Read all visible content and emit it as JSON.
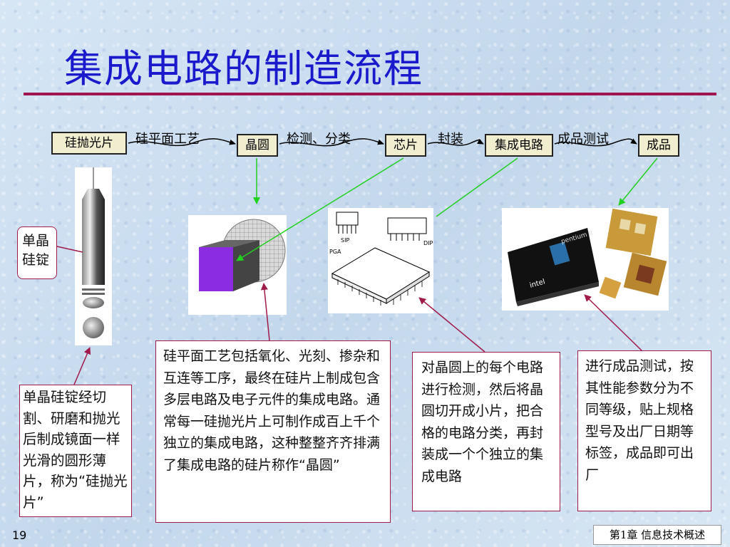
{
  "title": "集成电路的制造流程",
  "flow": {
    "boxes": [
      "硅抛光片",
      "晶圆",
      "芯片",
      "集成电路",
      "成品"
    ],
    "labels": [
      "硅平面工艺",
      "检测、分类",
      "封装",
      "成品测试"
    ]
  },
  "ingot_label": "单晶\n硅锭",
  "package_labels": {
    "sip": "SIP",
    "dip": "DIP",
    "pga": "PGA"
  },
  "chip_brand": {
    "pentium": "pentium II",
    "intel": "intel"
  },
  "callouts": {
    "wafer_polish": "单晶硅锭经切割、研磨和抛光后制成镜面一样光滑的圆形薄片，称为“硅抛光片”",
    "planar": "硅平面工艺包括氧化、光刻、掺杂和互连等工序，最终在硅片上制成包含多层电路及电子元件的集成电路。通常每一硅抛光片上可制作成百上千个独立的集成电路，这种整整齐齐排满了集成电路的硅片称作“晶圆”",
    "packaging": "对晶圆上的每个电路进行检测，然后将晶圆切开成小片，把合格的电路分类，再封装成一个个独立的集成电路",
    "testing": "进行成品测试，按其性能参数分为不同等级，贴上规格型号及出厂日期等标签，成品即可出厂"
  },
  "footer": {
    "page_number": "19",
    "chapter": "第1章 信息技术概述"
  },
  "colors": {
    "title": "#1a1acc",
    "rule": "#a0154f",
    "green_arrow": "#22d022",
    "red_arrow": "#a11a4a",
    "box_fill": "#f1edcf"
  }
}
